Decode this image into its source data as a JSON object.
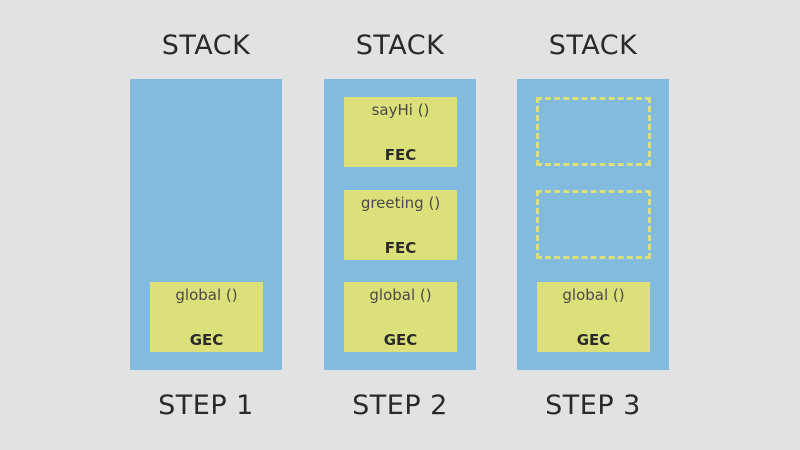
{
  "colors": {
    "background": "#e2e2e2",
    "stack": "#82bbdd",
    "frame": "#dbe07a"
  },
  "columns": [
    {
      "title": "STACK",
      "step": "STEP 1",
      "frames": [
        {
          "label": "global ()",
          "type": "GEC"
        }
      ]
    },
    {
      "title": "STACK",
      "step": "STEP 2",
      "frames": [
        {
          "label": "sayHi ()",
          "type": "FEC"
        },
        {
          "label": "greeting ()",
          "type": "FEC"
        },
        {
          "label": "global ()",
          "type": "GEC"
        }
      ]
    },
    {
      "title": "STACK",
      "step": "STEP 3",
      "frames": [
        {
          "label": "global ()",
          "type": "GEC"
        }
      ]
    }
  ]
}
